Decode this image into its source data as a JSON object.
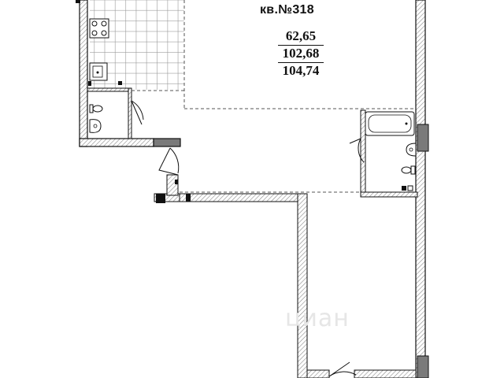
{
  "plan": {
    "apartment_label": "кв.№318",
    "areas": {
      "living": "62,65",
      "total": "102,68",
      "total_with_balcony": "104,74"
    },
    "watermark": "циан",
    "colors": {
      "wall_fill": "#ffffff",
      "wall_hatch": "#8a8a8a",
      "lines": "#111111",
      "structural": "#7a7a7a",
      "tile": "#9a9a9a"
    }
  }
}
